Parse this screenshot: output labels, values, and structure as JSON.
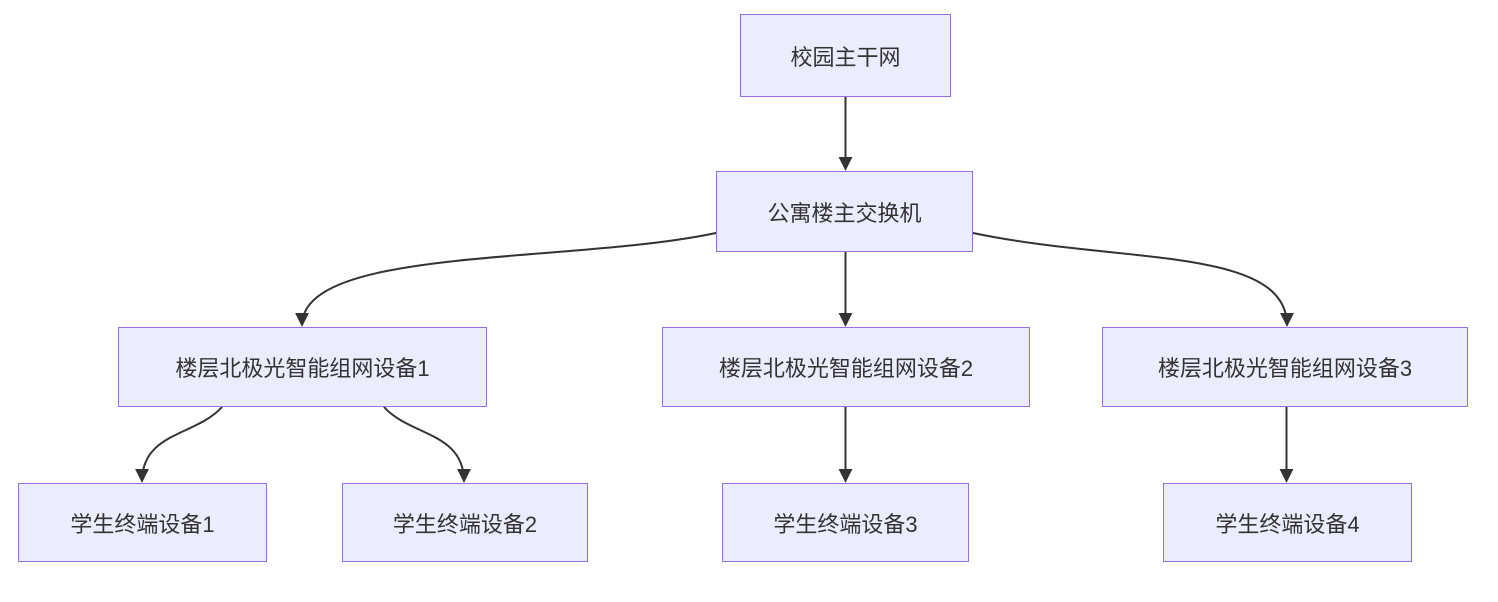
{
  "diagram": {
    "type": "flowchart-top-down",
    "colors": {
      "node_fill": "#ECECFF",
      "node_border": "#9370DB",
      "node_text": "#333333",
      "edge_stroke": "#333333",
      "background": "#FFFFFF"
    },
    "nodes": [
      {
        "id": "A",
        "label": "校园主干网"
      },
      {
        "id": "B",
        "label": "公寓楼主交换机"
      },
      {
        "id": "C1",
        "label": "楼层北极光智能组网设备1"
      },
      {
        "id": "C2",
        "label": "楼层北极光智能组网设备2"
      },
      {
        "id": "C3",
        "label": "楼层北极光智能组网设备3"
      },
      {
        "id": "D1",
        "label": "学生终端设备1"
      },
      {
        "id": "D2",
        "label": "学生终端设备2"
      },
      {
        "id": "D3",
        "label": "学生终端设备3"
      },
      {
        "id": "D4",
        "label": "学生终端设备4"
      }
    ],
    "edges": [
      {
        "from": "校园主干网",
        "to": "公寓楼主交换机"
      },
      {
        "from": "公寓楼主交换机",
        "to": "楼层北极光智能组网设备1"
      },
      {
        "from": "公寓楼主交换机",
        "to": "楼层北极光智能组网设备2"
      },
      {
        "from": "公寓楼主交换机",
        "to": "楼层北极光智能组网设备3"
      },
      {
        "from": "楼层北极光智能组网设备1",
        "to": "学生终端设备1"
      },
      {
        "from": "楼层北极光智能组网设备1",
        "to": "学生终端设备2"
      },
      {
        "from": "楼层北极光智能组网设备2",
        "to": "学生终端设备3"
      },
      {
        "from": "楼层北极光智能组网设备3",
        "to": "学生终端设备4"
      }
    ]
  }
}
